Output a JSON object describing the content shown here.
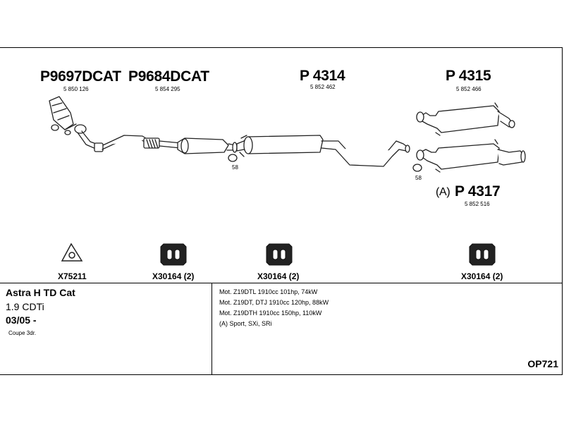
{
  "parts": {
    "p1_code": "P9697DCAT",
    "p1_ref": "5 850 126",
    "p2_code": "P9684DCAT",
    "p2_ref": "5 854 295",
    "p3_code": "P 4314",
    "p3_ref": "5 852 462",
    "p4_code": "P 4315",
    "p4_ref": "5 852 466",
    "p5_prefix": "(A)",
    "p5_code": "P 4317",
    "p5_ref": "5 852 516",
    "clamp_label_1": "58",
    "clamp_label_2": "58"
  },
  "accessories": [
    {
      "label": "X75211",
      "icon": "gasket-icon"
    },
    {
      "label": "X30164 (2)",
      "icon": "rubber-hanger-icon"
    },
    {
      "label": "X30164 (2)",
      "icon": "rubber-hanger-icon"
    },
    {
      "label": "X30164 (2)",
      "icon": "rubber-hanger-icon"
    }
  ],
  "vehicle": {
    "model": "Astra H TD Cat",
    "engine_size": "1.9 CDTi",
    "date": "03/05 -",
    "body": "Coupe 3dr."
  },
  "engines": [
    "Mot. Z19DTL 1910cc 101hp, 74kW",
    "Mot. Z19DT, DTJ 1910cc 120hp, 88kW",
    "Mot. Z19DTH 1910cc 150hp, 110kW",
    "(A) Sport, SXi, SRi"
  ],
  "diagram_code": "OP721"
}
